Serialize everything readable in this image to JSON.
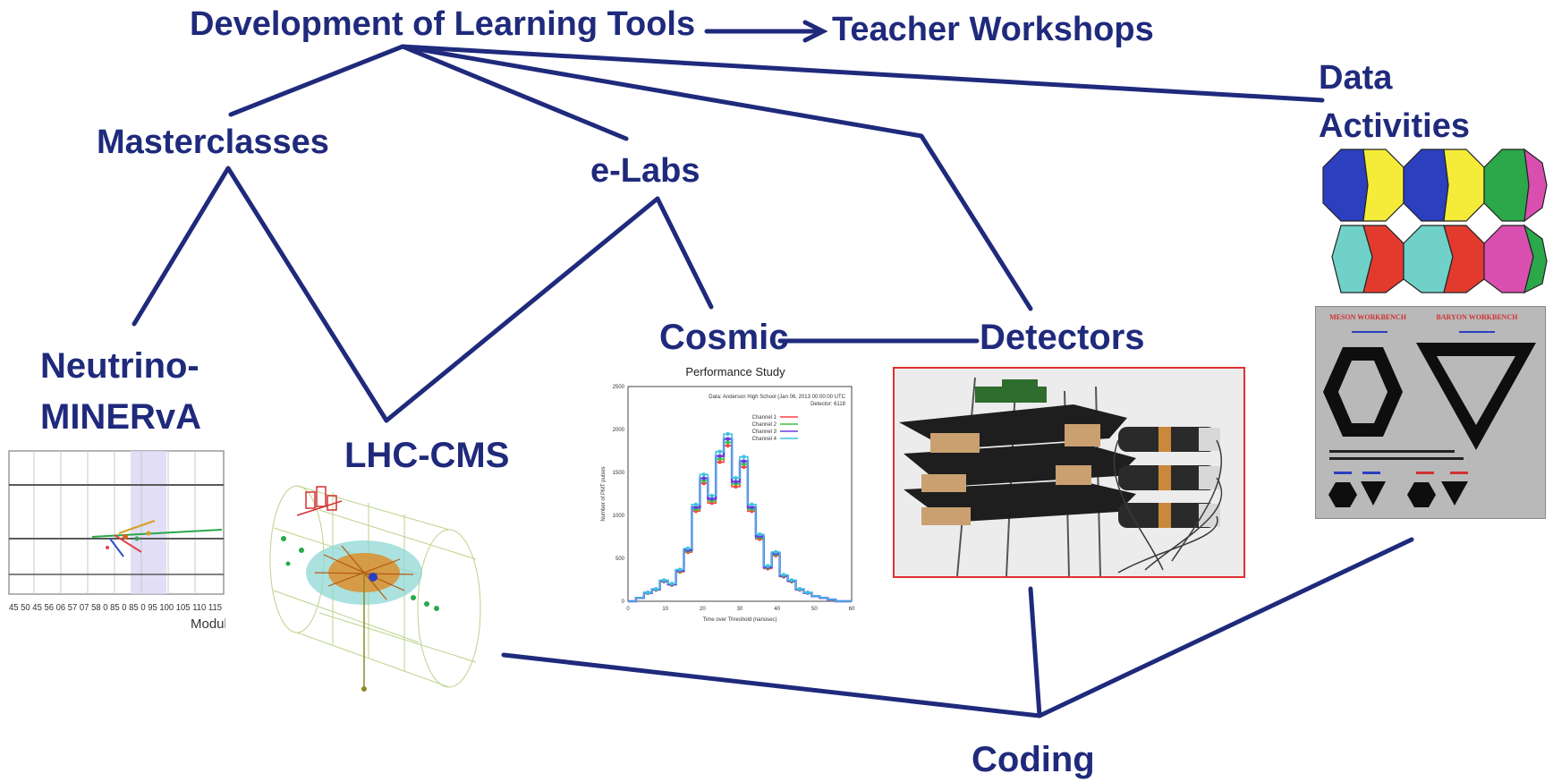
{
  "diagram": {
    "line_color": "#1f2a7c",
    "nodes": {
      "dev_tools": "Development of Learning Tools",
      "teacher_workshops": "Teacher Workshops",
      "data_activities_1": "Data",
      "data_activities_2": "Activities",
      "masterclasses": "Masterclasses",
      "elabs": "e-Labs",
      "neutrino_1": "Neutrino-",
      "neutrino_2": "MINERvA",
      "lhc_cms": "LHC-CMS",
      "cosmic": "Cosmic",
      "detectors": "Detectors",
      "coding": "Coding"
    }
  },
  "images": {
    "minerva_plot": {
      "icon": "event-display-plot",
      "axis_label": "Module",
      "tick_text": "45 50 45 56 06 57 07 58 0 85 0 85 0 95 100 105 110 115"
    },
    "cms_event": {
      "icon": "cms-event-display"
    },
    "performance_chart": {
      "icon": "line-chart",
      "title": "Performance Study",
      "info_line1": "Data: Anderson High School (Jan 06, 2013 00:00:00 UTC",
      "info_line2": "Detector: 6118",
      "ylabel": "Number of PMT pulses",
      "xlabel": "Time over Threshold (nanosec)",
      "xticks": [
        "0",
        "10",
        "20",
        "30",
        "40",
        "50",
        "60"
      ],
      "yticks": [
        "0",
        "500",
        "1000",
        "1500",
        "2000",
        "2500"
      ],
      "legend": [
        "Channel 1",
        "Channel 2",
        "Channel 3",
        "Channel 4"
      ],
      "colors": [
        "#ff4040",
        "#40c040",
        "#6a3be0",
        "#40c0e0"
      ]
    },
    "detector_photo": {
      "icon": "detector-photo",
      "border_color": "#e03030"
    },
    "hexagon_puzzle": {
      "icon": "hexagon-puzzle",
      "colors": [
        "#2b3fbf",
        "#f5ec3a",
        "#2aa84a",
        "#d94fb0",
        "#6fd1c8",
        "#e23b2e"
      ]
    },
    "worksheet": {
      "icon": "worksheet-image",
      "left_title": "MESON WORKBENCH",
      "right_title": "BARYON WORKBENCH",
      "header_color": "#d23030"
    }
  }
}
